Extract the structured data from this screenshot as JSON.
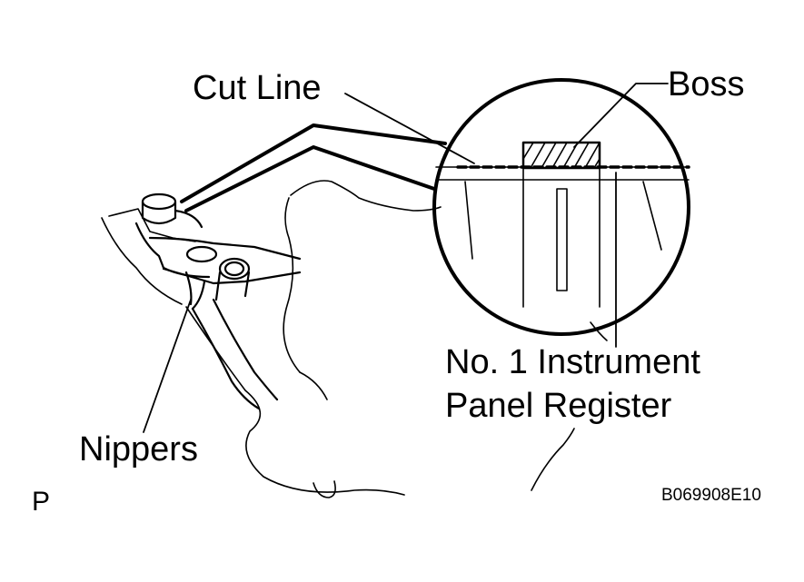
{
  "labels": {
    "cut_line": "Cut Line",
    "boss": "Boss",
    "register_line1": "No. 1 Instrument",
    "register_line2": "Panel Register",
    "nippers": "Nippers",
    "page_mark": "P",
    "figure_code": "B069908E10"
  }
}
